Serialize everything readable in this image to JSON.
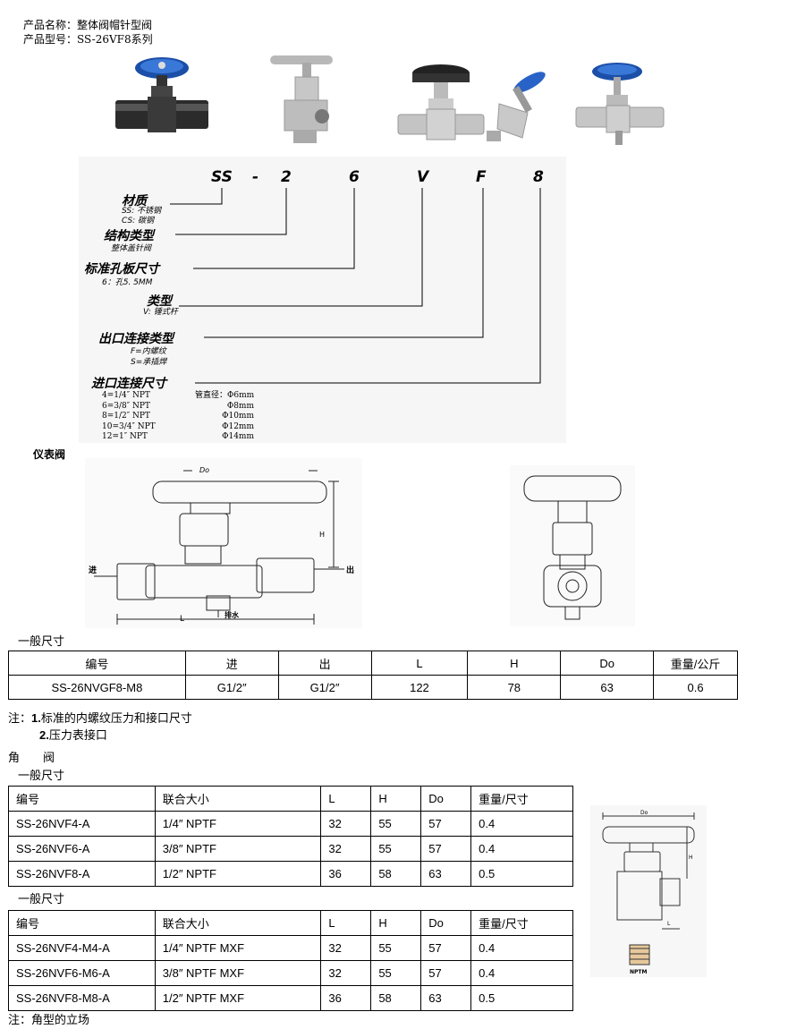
{
  "header": {
    "name_line": "产品名称：整体阀帽针型阀",
    "model_line": "产品型号：SS-26VF8系列"
  },
  "photos": [
    "handwheel-valve-black",
    "t-bar-angle-valve",
    "compression-fitting-valve",
    "angle-valve-blue-handle",
    "gauge-valve-blue-handwheel"
  ],
  "code": {
    "letters": [
      "SS",
      "-",
      "2",
      "6",
      "V",
      "F",
      "8"
    ],
    "categories": [
      {
        "label": "材质",
        "subs": [
          "SS: 不锈钢",
          "CS: 碳钢"
        ]
      },
      {
        "label": "结构类型",
        "subs": [
          "整体盖针阀"
        ]
      },
      {
        "label": "标准孔板尺寸",
        "subs": [
          "6：孔5. 5MM"
        ]
      },
      {
        "label": "类型",
        "subs": [
          "V: 锤式杆"
        ]
      },
      {
        "label": "出口连接类型",
        "subs": [
          "F=内螺纹",
          "S=承插焊"
        ]
      },
      {
        "label": "进口连接尺寸",
        "subs": []
      }
    ],
    "size_rows": [
      {
        "code": "4=1/4″ NPT",
        "pipe": "管直径：Φ6mm"
      },
      {
        "code": "6=3/8″ NPT",
        "pipe": "Φ8mm"
      },
      {
        "code": "8=1/2″ NPT",
        "pipe": "Φ10mm"
      },
      {
        "code": "10=3/4″ NPT",
        "pipe": "Φ12mm"
      },
      {
        "code": "12=1″ NPT",
        "pipe": "Φ14mm"
      }
    ]
  },
  "gauge_valve": {
    "title": "仪表阀",
    "drawing_labels": {
      "do": "Do",
      "h": "H",
      "l": "L",
      "in": "进",
      "out": "出",
      "drain": "排水"
    }
  },
  "table1": {
    "section": "一般尺寸",
    "headers": [
      "编号",
      "进",
      "出",
      "L",
      "H",
      "Do",
      "重量/公斤"
    ],
    "rows": [
      [
        "SS-26NVGF8-M8",
        "G1/2″",
        "G1/2″",
        "122",
        "78",
        "63",
        "0.6"
      ]
    ]
  },
  "note1": {
    "prefix": "注：",
    "item1_num": "1.",
    "item1": "标准的内螺纹压力和接口尺寸",
    "item2_num": "2.",
    "item2": "压力表接口"
  },
  "angle_valve": {
    "title": "角　　阀",
    "drawing_labels": {
      "do": "Do",
      "h": "H",
      "l": "L",
      "nptm": "NPTM"
    }
  },
  "table2": {
    "section": "一般尺寸",
    "headers": [
      "编号",
      "联合大小",
      "L",
      "H",
      "Do",
      "重量/尺寸"
    ],
    "rows": [
      [
        "SS-26NVF4-A",
        "1/4″ NPTF",
        "32",
        "55",
        "57",
        "0.4"
      ],
      [
        "SS-26NVF6-A",
        "3/8″ NPTF",
        "32",
        "55",
        "57",
        "0.4"
      ],
      [
        "SS-26NVF8-A",
        "1/2″ NPTF",
        "36",
        "58",
        "63",
        "0.5"
      ]
    ]
  },
  "table3": {
    "section": "一般尺寸",
    "headers": [
      "编号",
      "联合大小",
      "L",
      "H",
      "Do",
      "重量/尺寸"
    ],
    "rows": [
      [
        "SS-26NVF4-M4-A",
        "1/4″ NPTF MXF",
        "32",
        "55",
        "57",
        "0.4"
      ],
      [
        "SS-26NVF6-M6-A",
        "3/8″ NPTF MXF",
        "32",
        "55",
        "57",
        "0.4"
      ],
      [
        "SS-26NVF8-M8-A",
        "1/2″ NPTF MXF",
        "36",
        "58",
        "63",
        "0.5"
      ]
    ]
  },
  "note2": "注：角型的立场"
}
